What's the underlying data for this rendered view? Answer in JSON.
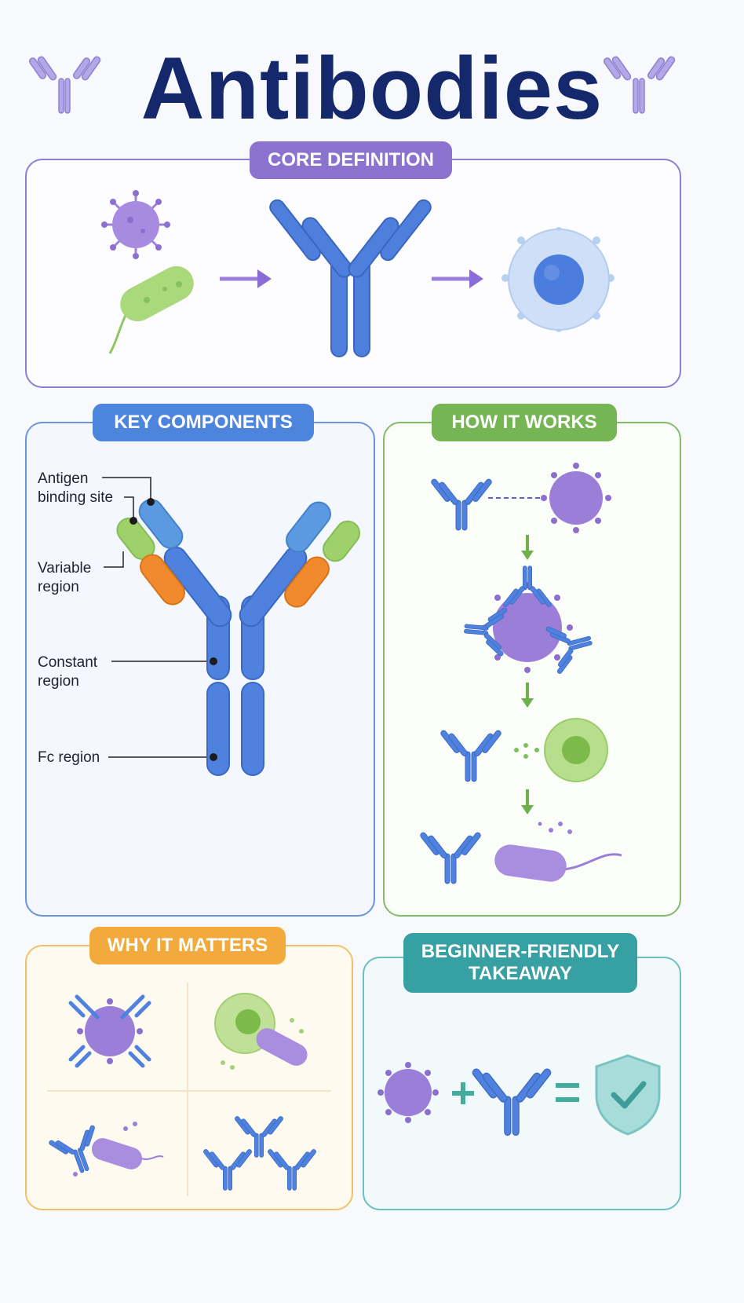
{
  "title": "Antibodies",
  "sections": {
    "core_definition": {
      "label": "CORE DEFINITION"
    },
    "key_components": {
      "label": "KEY COMPONENTS",
      "annotations": {
        "antigen_binding_site": "Antigen\nbinding site",
        "variable_region": "Variable\nregion",
        "constant_region": "Constant\nregion",
        "fc_region": "Fc region"
      }
    },
    "how_it_works": {
      "label": "HOW IT WORKS"
    },
    "why_it_matters": {
      "label": "WHY IT MATTERS"
    },
    "takeaway": {
      "label": "BEGINNER-FRIENDLY\nTAKEAWAY"
    }
  },
  "colors": {
    "title": "#14286b",
    "antibody": "#4a78d6",
    "purple": "#8b6fcf",
    "green": "#9fd16b",
    "orange": "#f08a2c",
    "core_border": "#8c7fd0",
    "key_border": "#6a95dd",
    "how_border": "#86bb6a",
    "why_border": "#f2c069",
    "take_border": "#6cc0c0"
  }
}
